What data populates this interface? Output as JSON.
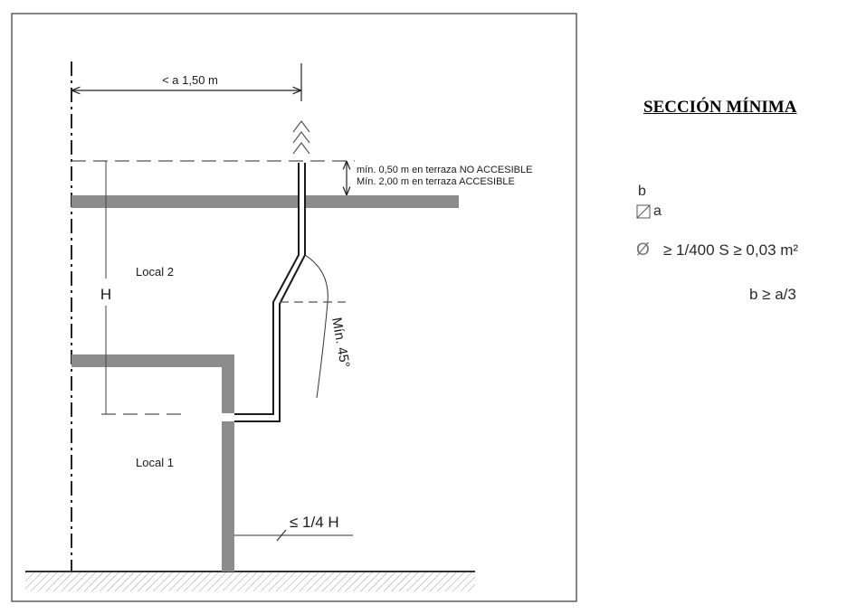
{
  "drawing": {
    "distance_label": "< a 1,50 m",
    "height_symbol": "H",
    "note_line_1": "mín. 0,50 m en terraza NO ACCESIBLE",
    "note_line_2": "Mín. 2,00 m en terraza ACCESIBLE",
    "room_upper": "Local 2",
    "room_lower": "Local 1",
    "angle_label": "Mín. 45°",
    "offset_label": "≤ 1/4 H"
  },
  "section": {
    "title": "SECCIÓN MÍNIMA",
    "side_b": "b",
    "side_a": "a",
    "diameter_symbol": "Ø",
    "area_rule": "≥ 1/400 S ≥ 0,03 m²",
    "ratio_rule": "b ≥ a/3"
  }
}
